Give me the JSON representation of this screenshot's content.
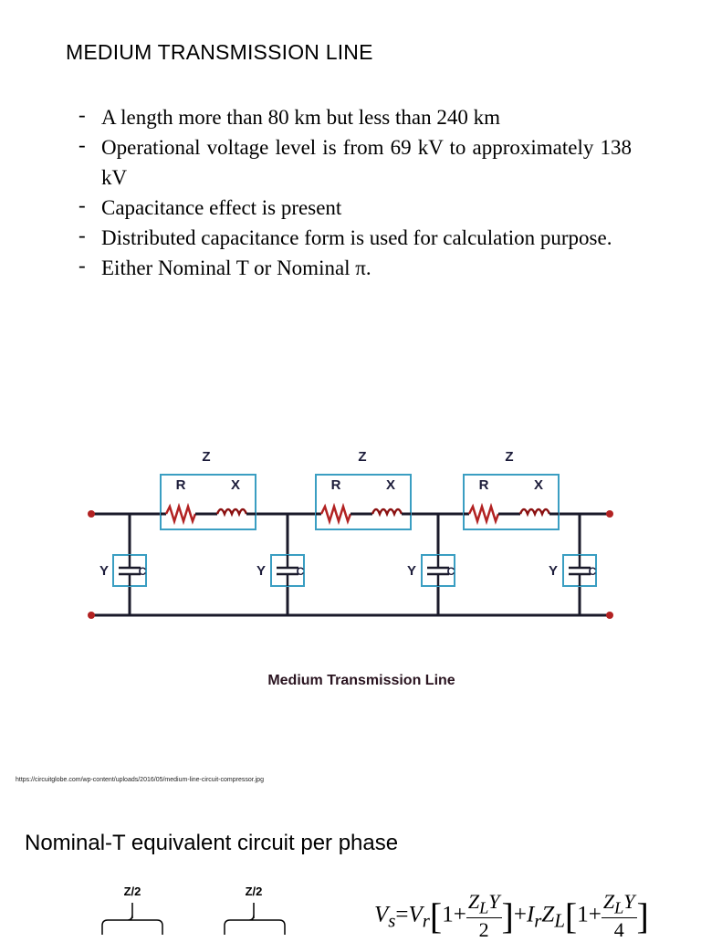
{
  "title": "MEDIUM TRANSMISSION LINE",
  "bullets": [
    "A length more than 80 km but less than 240 km",
    "Operational voltage level is from 69 kV to approximately 138 kV",
    "Capacitance effect is present",
    "Distributed capacitance form is used for calculation purpose.",
    "Either Nominal T or Nominal π."
  ],
  "circuit": {
    "z_label": "Z",
    "r_label": "R",
    "x_label": "X",
    "y_label": "Y",
    "c_label": "C",
    "caption": "Medium Transmission Line"
  },
  "source_url": "https://circuitglobe.com/wp-content/uploads/2016/05/medium-line-circuit-compressor.jpg",
  "subtitle": "Nominal-T equivalent circuit per phase",
  "t_circuit": {
    "left_label": "Z/2",
    "right_label": "Z/2"
  },
  "formula": {
    "vs": "V",
    "vs_sub": "s",
    "eq": "=",
    "vr": "V",
    "vr_sub": "r",
    "one": "1+",
    "zl": "Z",
    "zl_sub": "L",
    "y": "Y",
    "den1": "2",
    "plus": "+",
    "ir": "I",
    "ir_sub": "r",
    "z2": "Z",
    "z2_sub": "L",
    "one2": "1+",
    "zl3": "Z",
    "zl3_sub": "L",
    "y3": "Y",
    "den2": "4"
  },
  "colors": {
    "wire": "#1a1a2a",
    "box": "#3a9ec2",
    "resistor": "#b22222",
    "inductor": "#8b1010",
    "label_ink": "#1c1c3a"
  }
}
